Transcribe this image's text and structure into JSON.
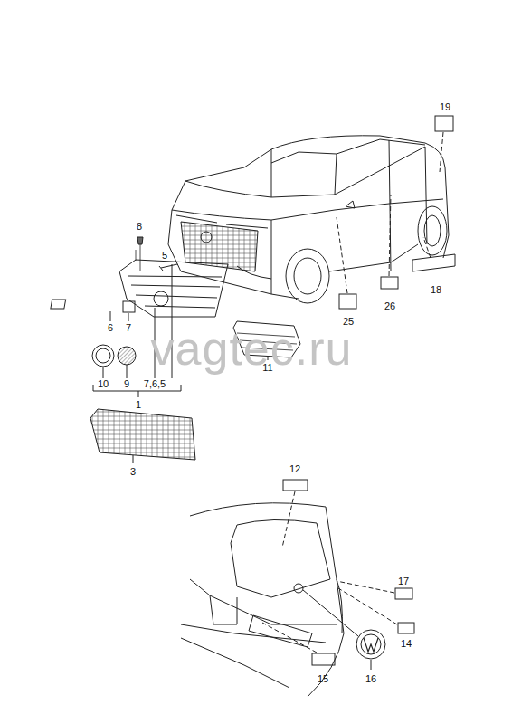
{
  "diagram": {
    "labels": [
      "19",
      "8",
      "5",
      "6",
      "7",
      "25",
      "26",
      "18",
      "11",
      "10",
      "9",
      "7,6,5",
      "1",
      "3",
      "12",
      "17",
      "14",
      "15",
      "16",
      "vagtec.ru"
    ]
  }
}
